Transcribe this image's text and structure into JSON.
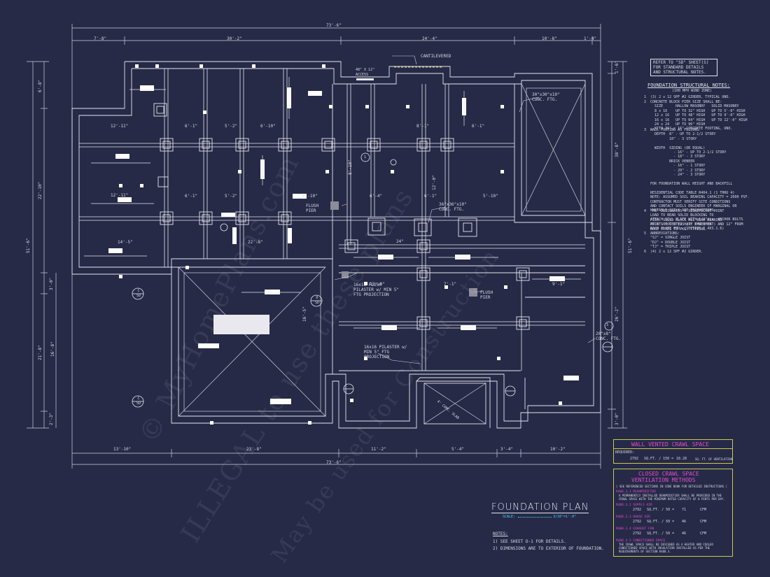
{
  "overall_dims": {
    "top_total": "73'-6\"",
    "bottom_total": "73'-6\"",
    "top_segments": [
      "7'-8\"",
      "30'-2\"",
      "24'-4\"",
      "10'-8\"",
      "1'-4\""
    ],
    "bottom_segments": [
      "13'-10\"",
      "23'-8\"",
      "11'-2\"",
      "5'-4\"",
      "3'-4\"",
      "10'-2\""
    ],
    "left_total": "51'-6\"",
    "right_total": "51'-6\"",
    "left_segments": [
      "6'-8\"",
      "22'-10\"",
      "3'-0\"",
      "21'-8\"",
      "2'-3\""
    ],
    "left_inner": [
      "16'-8\""
    ],
    "right_segments": [
      "1'-6\"",
      "38'-8\"",
      "26'-2\"",
      "3'-0\""
    ]
  },
  "plan_labels": {
    "cantilevered": "CANTILEVERED",
    "beam_note": "48\" X 12\" ACCESS",
    "ftg_30": "30\"x30\"x10\" CONC. FTG.",
    "ftg_36": "36\"x36\"x10\" CONC. FTG.",
    "ftg_20": "20\"x8\" CONC. FTG.",
    "flush_pier_1": "FLUSH PIER",
    "flush_pier_2": "FLUSH PIER",
    "pilaster_1": "16x16 FLUSH PILASTER w/ MIN 5\" FTG PROJECTION",
    "pilaster_2": "16x16 PILASTER w/ MIN 5\" FTG PROJECTION",
    "section_c_sd_1": "C SD",
    "section_c_sd_2": "C SD",
    "section_d_sd": "D SD",
    "section_3": "3",
    "section_1": "1",
    "opening_label": "4' CONC. SLAB",
    "dims_inner": [
      "12'-11\"",
      "12'-11\"",
      "14'-5\"",
      "6'-1\"",
      "5'-2\"",
      "6'-10\"",
      "8'-1\"",
      "6'-1\"",
      "6'-1\"",
      "5'-2\"",
      "6'-10\"",
      "6'-4\"",
      "6'-1\"",
      "5'-10\"",
      "22'-8\"",
      "13'-0\"",
      "9'-1\"",
      "7'-1\"",
      "24\"",
      "8'-10\"",
      "12'-0\"",
      "16'-5\""
    ]
  },
  "sheet_note": {
    "lines": [
      "REFER TO \"SD\" SHEET(S)",
      "FOR STANDARD DETAILS",
      "AND STRUCTURAL NOTES."
    ]
  },
  "structural_notes": {
    "title": "FOUNDATION STRUCTURAL NOTES:",
    "subtitle": "(100 MPH WIND ZONE)",
    "items": [
      "1  (3) 2 x 12 SPF #2 GIRDER, TYPICAL UNO.",
      "2  CONCRETE BLOCK PIER SIZE SHALL BE:\n     SIZE      HALLOW MASONRY   SOLID MASONRY\n     8 x 16    UP TO 32\" HIGH   UP TO 5'-0\" HIGH\n     12 x 16   UP TO 48\" HIGH   UP TO 9'-0\" HIGH\n     16 x 16   UP TO 64\" HIGH   UP TO 12'-0\" HIGH\n     24 x 24   UP TO 96\" HIGH\n     WITH 36\" x 16\" CONCRETE FOOTING, UNO.",
      "3  WALL FOOTING AS FOLLOWS:\n     DEPTH  8\" - UP TO 2-1/2 STORY\n            10\" - 3 STORY\n\n     WIDTH  SIDING (OR EQUAL)\n              - 16\" - UP TO 2-1/2 STORY\n              - 18\" - 3 STORY\n            BRICK VENEER\n              - 16\" - 1 STORY\n              - 20\" - 2 STORY\n              - 24\" - 3 STORY\n\n   FOR FOUNDATION WALL HEIGHT AND BACKFILL\n\n   RESIDENTIAL CODE TABLE R404.1 (1 THRU 4)\n   NOTE: ASSUMED SOIL BEARING CAPACITY = 2000 PSF.\n   CONTRACTOR MUST VERIFY SITE CONDITIONS\n   AND CONTACT SOILS ENGINEER IF MARGINAL OR\n   UNSTABLE SOILS ARE ENCOUNTERED.\n\n   ATTACH SILL PLATE WITH 1/2\"dia. ANCHOR BOLTS\n   AT 6'-0\" CENTERS (7\" EMBEDMENT) AND 12\" FROM\n   EACH PLATE END. (SECTION R 403.1.6)",
      "4  \"PB\" DESIGNATES A SIGNIFICANT POINT\n   LOAD TO BEAR SOLID BLOCKING TO\n   PIER. SOLID BLOCK ALL BEAM BEARING\n   POINTS NOTED TO HAVE THREE OR\n   MORE STUDS TO PKG. TYPICAL.",
      "5  ABBREVIATIONS:\n   \"SJ\" = SINGLE JOIST\n   \"DJ\" = DOUBLE JOIST\n   \"TJ\" = TRIPLE JOIST",
      "6  (4) 2 x 12 SPF #2 GIRDER."
    ]
  },
  "wall_vented": {
    "title": "WALL VENTED CRAWL SPACE",
    "required_label": "REQUIRED:",
    "sqft": "2792",
    "unit1": "SQ.FT. / 150 =",
    "result": "18.28",
    "unit2": "SQ. FT. OF VENTILATION"
  },
  "closed_crawl": {
    "title1": "CLOSED CRAWL SPACE",
    "title2": "VENTILATION METHODS",
    "note": "( SEE REFERENCED SECTIONS IN CODE BOOK FOR DETAILED INSTRUCTIONS )",
    "m1_title": "R408.3.1 DEHUMIDIFIER",
    "m1_text": "A PERMANENTLY INSTALLED DEHUMIDIFIER SHALL BE PROVIDED IN THE\nCRAWL SPACE WITH THE MINIMUM RATED CAPACITY OF 8 PINTS PER DAY.",
    "m2_title": "R408.3.2 SUPPLY AIR",
    "m2_sqft": "2792",
    "m2_unit": "SQ.FT. / 50 =",
    "m2_val": "71",
    "m2_cfm": "CFM",
    "m3_title": "R408.3.3 HOUSE AIR",
    "m3_sqft": "2792",
    "m3_unit": "SQ.FT. / 50 =",
    "m3_val": "46",
    "m3_cfm": "CFM",
    "m4_title": "R408.3.4 EXHAUST FAN",
    "m4_sqft": "2792",
    "m4_unit": "SQ.FT. / 50 =",
    "m4_val": "46",
    "m4_cfm": "CFM",
    "m5_title": "R408.3.5 CONDITIONED SPACE",
    "m5_text": "THE CRAWL SPACE SHALL BE DESIGNED AS A HEATED AND COOLED\nCONDITIONED SPACE WITH INSULATION INSTALLED AS PER THE\nREQUIREMENTS OF SECTION R408.3."
  },
  "title_block": {
    "title": "FOUNDATION PLAN",
    "scale_label": "SCALE:",
    "scale_value": "3/16\"=1'-0\""
  },
  "notes": {
    "title": "NOTES:",
    "items": [
      "1)  SEE SHEET D-1 FOR DETAILS.",
      "2)  DIMENSIONS ARE TO EXTERIOR OF FOUNDATION."
    ]
  },
  "watermark": {
    "lines": [
      "© MyHomePlans.com",
      "ILLEGAL to use these plans",
      "May be used for Construction"
    ]
  },
  "colors": {
    "background": "#262a47",
    "lines": "#e6e6ee",
    "accent_magenta": "#e14bd0",
    "accent_cyan": "#49d3f2",
    "accent_yellow": "#c9c84a"
  }
}
